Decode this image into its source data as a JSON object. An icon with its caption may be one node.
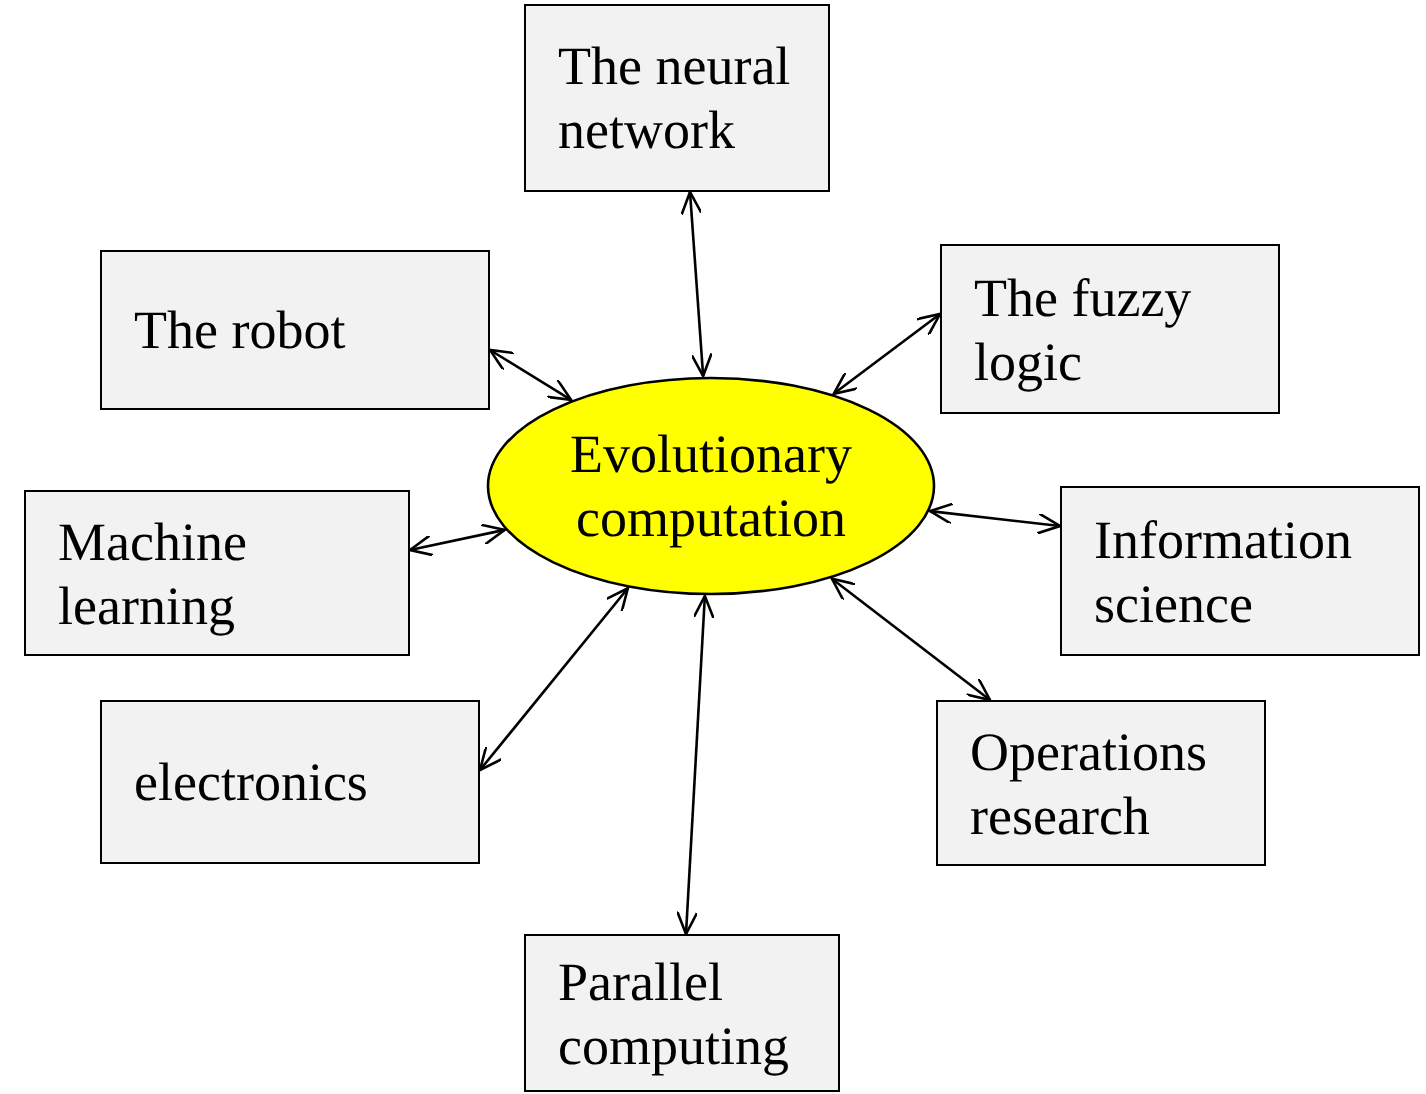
{
  "diagram": {
    "nodes": [
      {
        "text": [
          "The neural network"
        ]
      },
      {
        "text": [
          "The robot"
        ]
      },
      {
        "text": [
          "The fuzzy logic"
        ]
      },
      {
        "text": [
          "Evolutionary computation"
        ]
      },
      {
        "text": [
          "Machine learning"
        ]
      },
      {
        "text": [
          "Information science"
        ]
      },
      {
        "text": [
          "electronics"
        ]
      },
      {
        "text": [
          "Operations research"
        ]
      },
      {
        "text": [
          "Parallel computing"
        ]
      }
    ],
    "edges": [
      {
        "from": 3,
        "to": 0,
        "arrow": "both"
      },
      {
        "from": 3,
        "to": 1,
        "arrow": "both"
      },
      {
        "from": 3,
        "to": 2,
        "arrow": "both"
      },
      {
        "from": 3,
        "to": 4,
        "arrow": "both"
      },
      {
        "from": 3,
        "to": 5,
        "arrow": "both"
      },
      {
        "from": 3,
        "to": 6,
        "arrow": "both"
      },
      {
        "from": 3,
        "to": 7,
        "arrow": "both"
      },
      {
        "from": 3,
        "to": 8,
        "arrow": "both"
      }
    ]
  }
}
